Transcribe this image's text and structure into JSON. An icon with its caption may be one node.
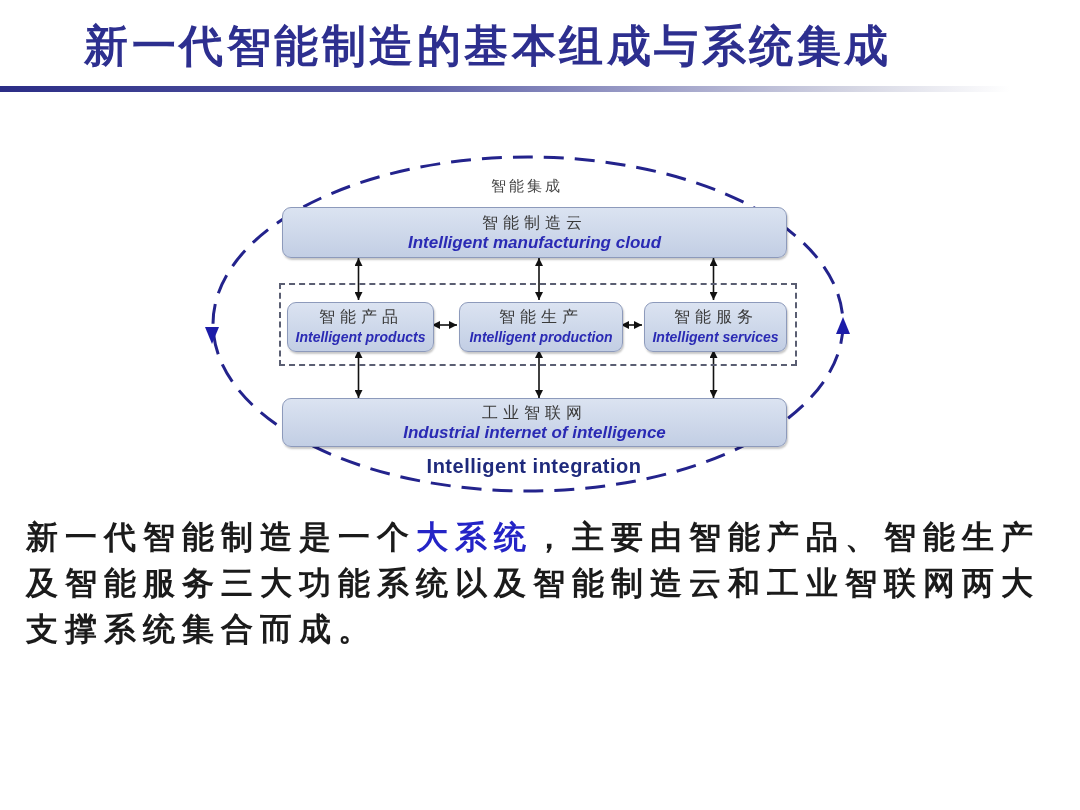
{
  "diagram": {
    "title": "新一代智能制造的基本组成与系统集成",
    "nodes": [
      {
        "text": [
          "智能制造云",
          "Intelligent manufacturing cloud"
        ]
      },
      {
        "text": [],
        "shape": "box"
      },
      {
        "text": [
          "智能产品",
          "Intelligent products"
        ],
        "in": 1
      },
      {
        "text": [
          "智能生产",
          "Intelligent production"
        ],
        "in": 1
      },
      {
        "text": [
          "智能服务",
          "Intelligent services"
        ],
        "in": 1
      },
      {
        "text": [
          "工业智联网",
          "Industrial internet of intelligence"
        ]
      }
    ],
    "edges": [
      {
        "from": 0,
        "to": 2,
        "arrow": "both"
      },
      {
        "from": 0,
        "to": 3,
        "arrow": "both"
      },
      {
        "from": 0,
        "to": 4,
        "arrow": "both"
      },
      {
        "from": 2,
        "to": 3,
        "arrow": "both"
      },
      {
        "from": 3,
        "to": 4,
        "arrow": "both"
      },
      {
        "from": 2,
        "to": 5,
        "arrow": "both"
      },
      {
        "from": 3,
        "to": 5,
        "arrow": "both"
      },
      {
        "from": 4,
        "to": 5,
        "arrow": "both"
      }
    ],
    "labels": [
      "智能集成",
      "Intelligent integration",
      "新一代智能制造是一个**大系统**，主要由智能产品、智能生产及智能服务三大功能系统以及智能制造云和工业智联网两大支撑系统集合而成。"
    ]
  }
}
